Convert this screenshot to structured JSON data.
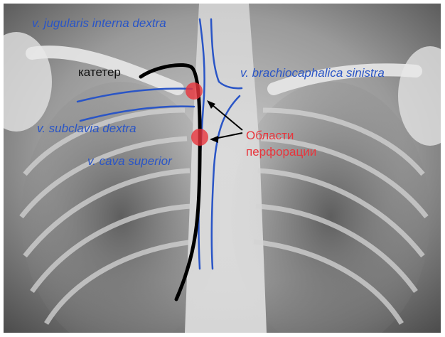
{
  "labels": {
    "jugularis": "v. jugularis interna dextra",
    "brachio": "v. brachiocaphalica sinistra",
    "subclavia": "v. subclavia dextra",
    "cava": "v. cava superior",
    "catheter": "катетер",
    "perforation_line1": "Области",
    "perforation_line2": "перфорации"
  },
  "colors": {
    "vessel": "#2a55c6",
    "catheter": "#000000",
    "perforation": "#e8353c"
  }
}
